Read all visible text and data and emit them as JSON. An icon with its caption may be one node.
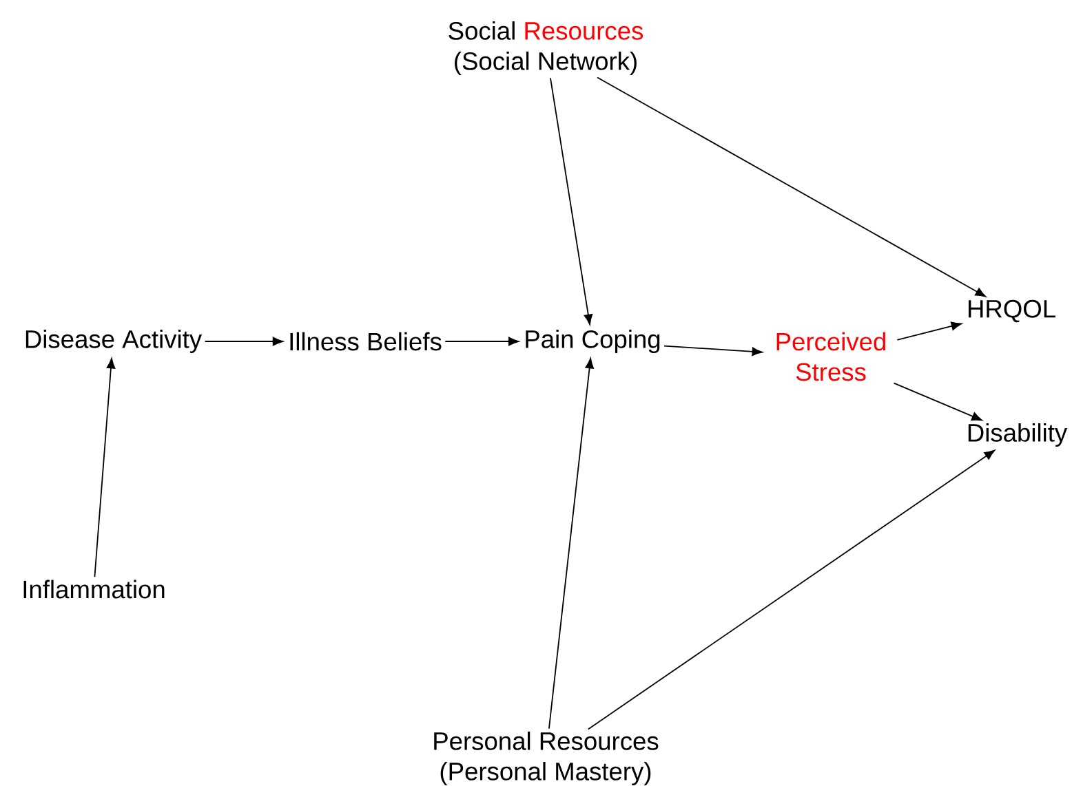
{
  "diagram": {
    "nodes": [
      {
        "text": [
          "Social",
          "Resources",
          "(Social Network)"
        ]
      },
      {
        "text": [
          "Disease Activity"
        ]
      },
      {
        "text": [
          "Illness Beliefs"
        ]
      },
      {
        "text": [
          "Pain Coping"
        ]
      },
      {
        "text": [
          "Perceived Stress"
        ]
      },
      {
        "text": [
          "HRQOL"
        ]
      },
      {
        "text": [
          "Disability"
        ]
      },
      {
        "text": [
          "Inflammation"
        ]
      },
      {
        "text": [
          "Personal Resources",
          "(Personal Mastery)"
        ]
      }
    ],
    "edges": [
      {
        "from": 7,
        "to": 1,
        "arrow": "to"
      },
      {
        "from": 1,
        "to": 2,
        "arrow": "to"
      },
      {
        "from": 2,
        "to": 3,
        "arrow": "to"
      },
      {
        "from": 3,
        "to": 4,
        "arrow": "to"
      },
      {
        "from": 4,
        "to": 5,
        "arrow": "to"
      },
      {
        "from": 4,
        "to": 6,
        "arrow": "to"
      },
      {
        "from": 0,
        "to": 3,
        "arrow": "to"
      },
      {
        "from": 0,
        "to": 5,
        "arrow": "to"
      },
      {
        "from": 8,
        "to": 3,
        "arrow": "to"
      },
      {
        "from": 8,
        "to": 6,
        "arrow": "to"
      }
    ]
  }
}
